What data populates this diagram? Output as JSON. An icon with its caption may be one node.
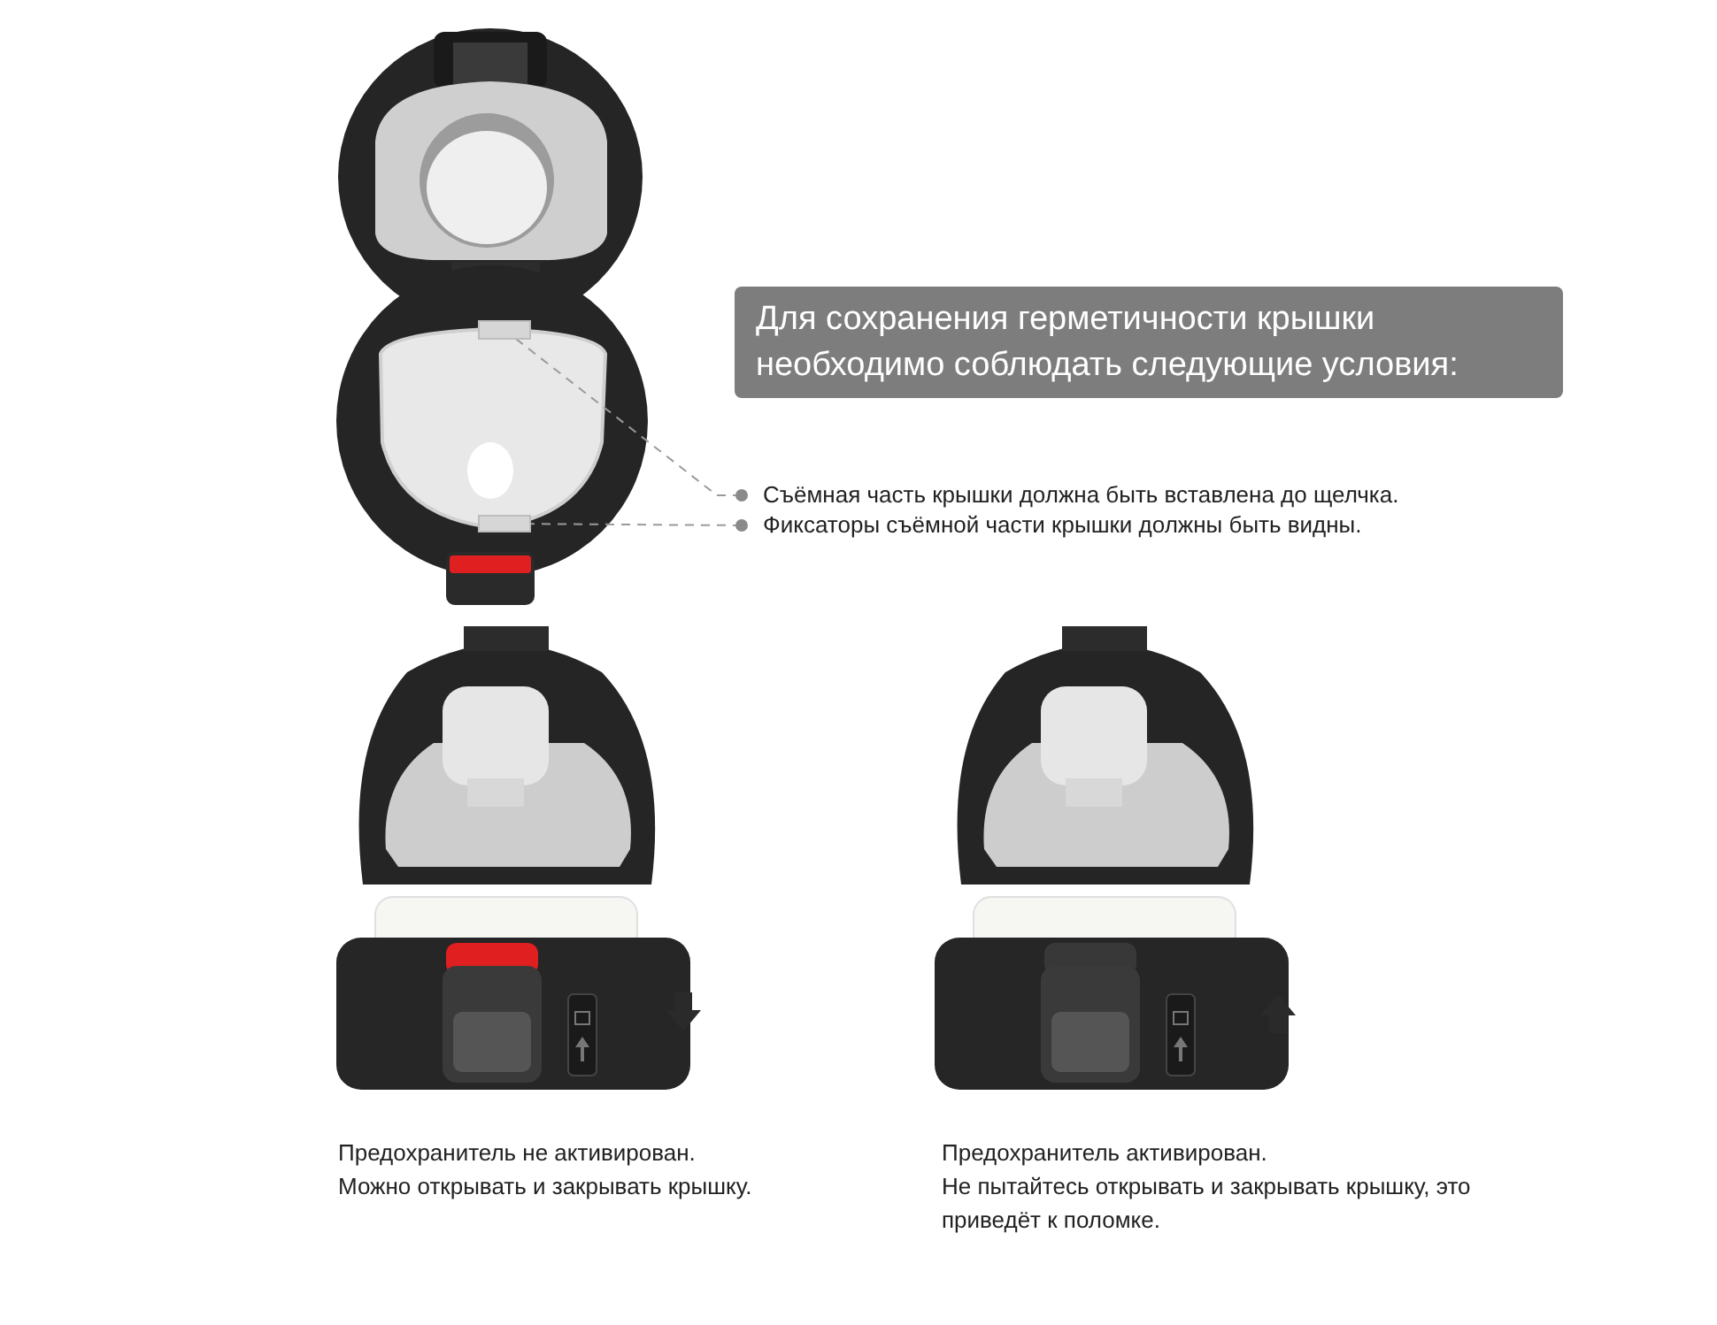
{
  "diagram": {
    "title": "Для сохранения герметичности крышки необходимо соблюдать следующие условия:",
    "nodes": [
      {
        "text": [
          "Съёмная часть крышки должна быть вставлена до щелчка."
        ]
      },
      {
        "text": [
          "Фиксаторы съёмной части крышки должны быть видны."
        ]
      },
      {
        "text": [],
        "shape": "box"
      },
      {
        "text": [],
        "shape": "box"
      }
    ],
    "edges": [
      {
        "from": 0,
        "to": 2,
        "arrow": "other",
        "style": "dashed"
      },
      {
        "from": 1,
        "to": 3,
        "arrow": "other",
        "style": "dashed"
      }
    ],
    "labels": [
      "Предохранитель не активирован.",
      "Можно открывать и закрывать крышку.",
      "Предохранитель активирован.",
      "Не пытайтесь открывать и закрывать крышку, это приведёт к поломке."
    ]
  }
}
